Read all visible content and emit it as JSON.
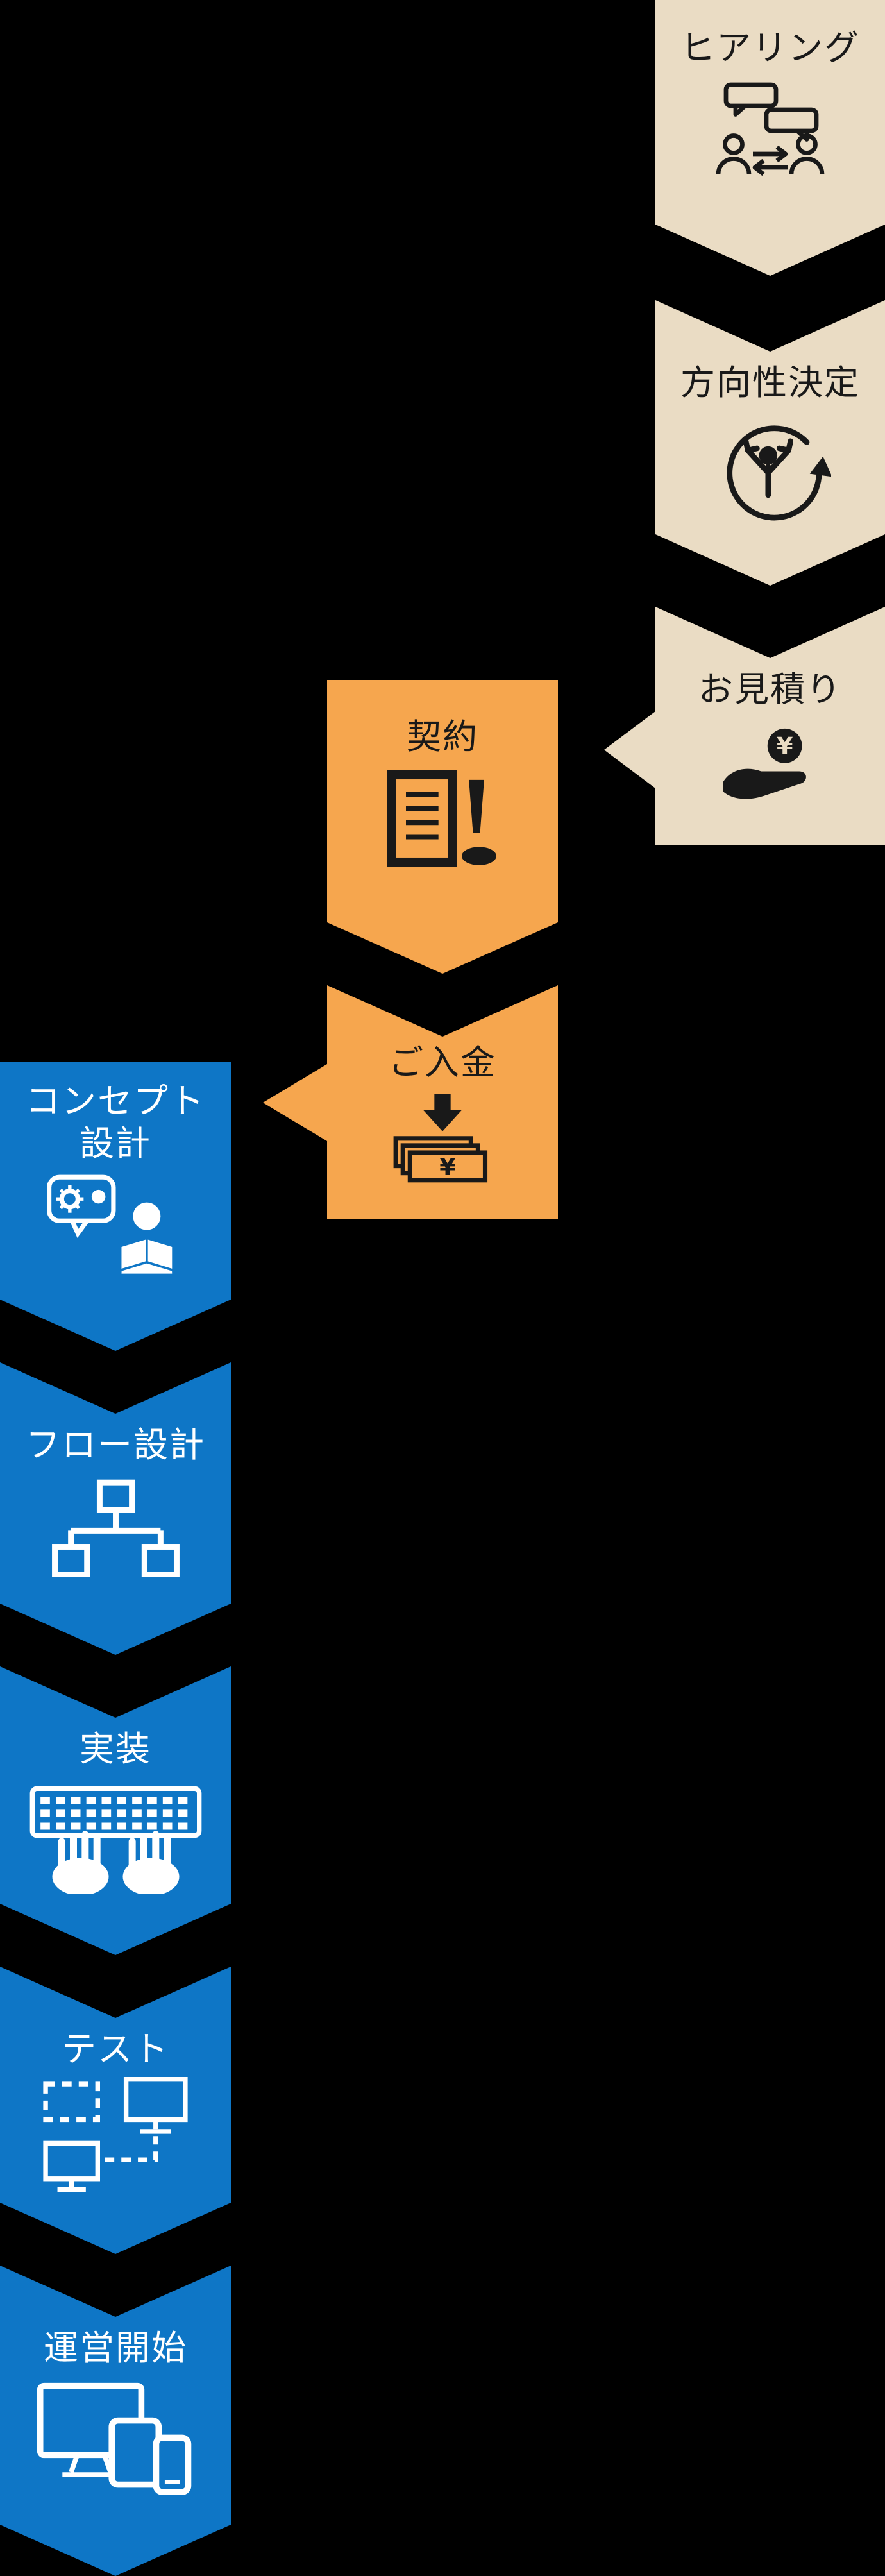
{
  "colors": {
    "background": "#000000",
    "beige": "#EADCC4",
    "orange": "#F6A64E",
    "blue": "#0E76C6",
    "text_on_light": "#191919",
    "text_on_blue": "#FFFFFF"
  },
  "glyphs": {
    "yen": "¥"
  },
  "diagram": {
    "steps": [
      {
        "id": "hearing",
        "label": "ヒアリング",
        "icon": "interview-icon"
      },
      {
        "id": "direction",
        "label": "方向性決定",
        "icon": "direction-decision-icon"
      },
      {
        "id": "estimate",
        "label": "お見積り",
        "icon": "yen-hand-icon"
      },
      {
        "id": "contract",
        "label": "契約",
        "icon": "contract-document-icon"
      },
      {
        "id": "payment",
        "label": "ご入金",
        "icon": "deposit-icon"
      },
      {
        "id": "concept",
        "label": "コンセプト設計",
        "icon": "concept-design-icon"
      },
      {
        "id": "flow",
        "label": "フロー設計",
        "icon": "sitemap-icon"
      },
      {
        "id": "implementation",
        "label": "実装",
        "icon": "typing-icon"
      },
      {
        "id": "test",
        "label": "テスト",
        "icon": "monitors-icon"
      },
      {
        "id": "launch",
        "label": "運営開始",
        "icon": "devices-icon"
      }
    ]
  }
}
